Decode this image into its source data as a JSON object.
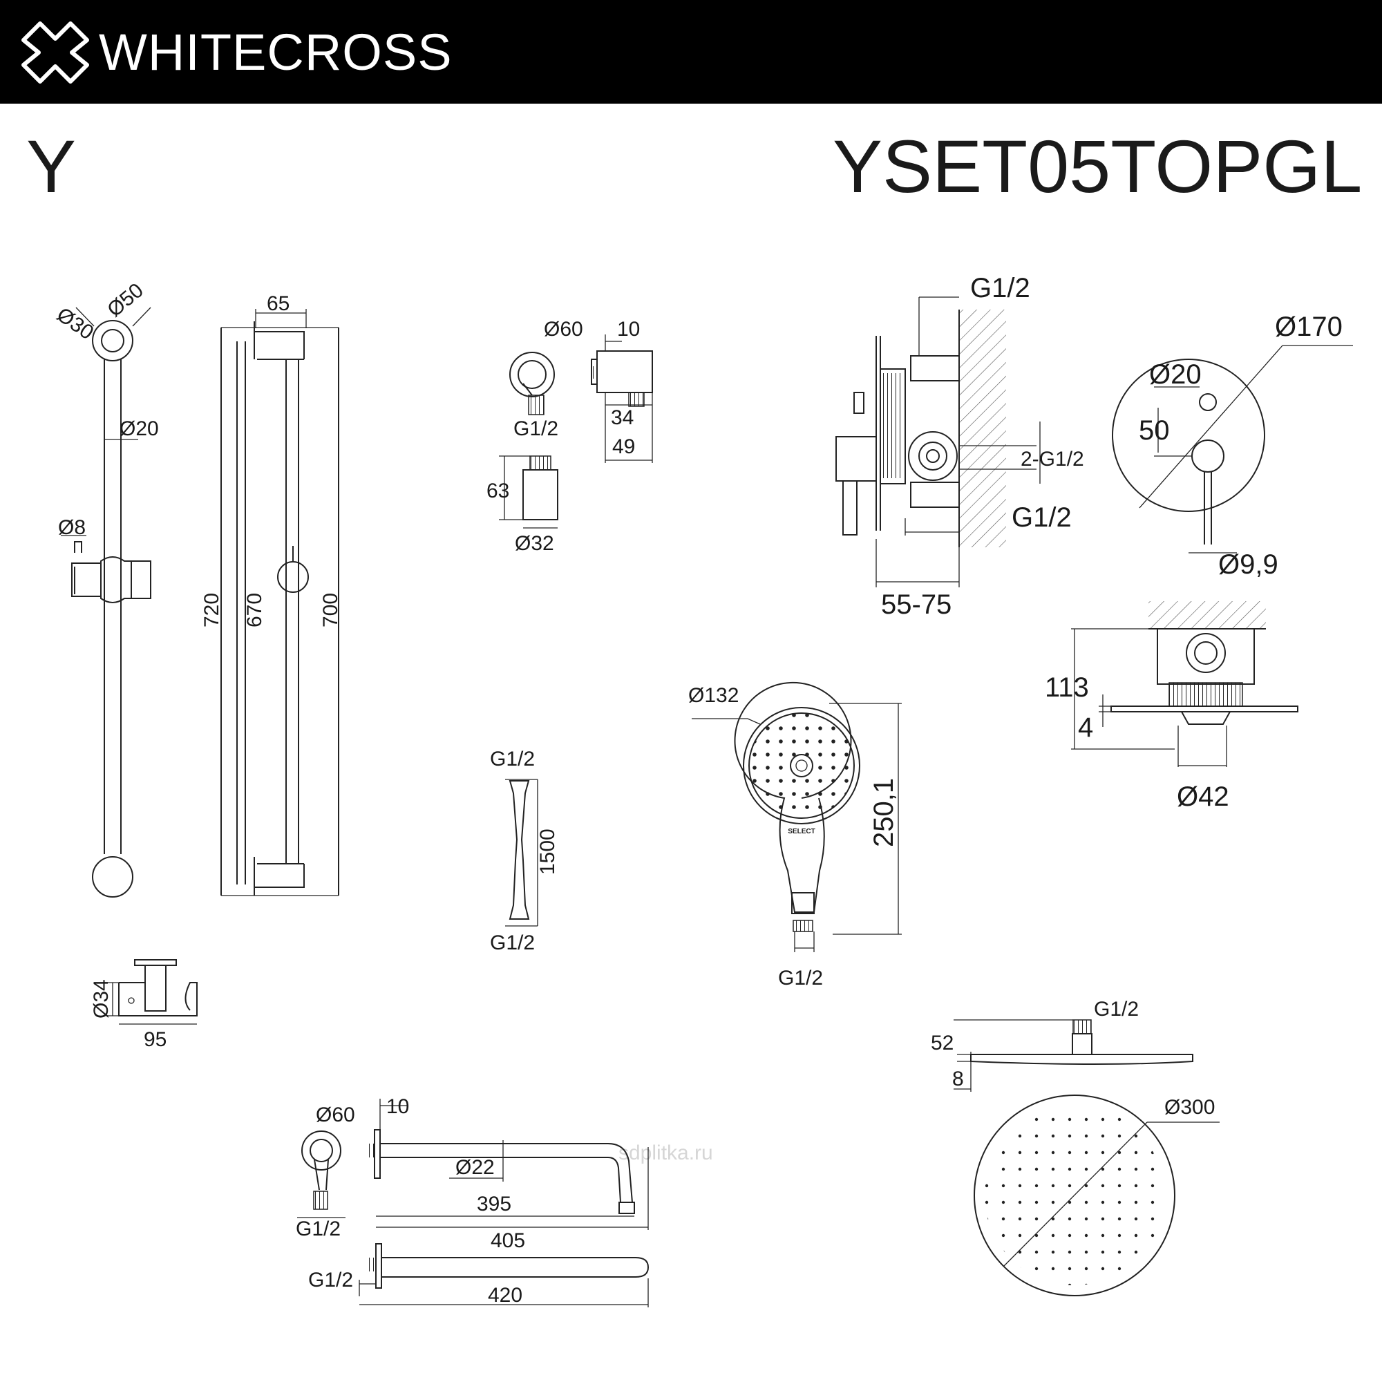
{
  "header": {
    "brand": "WHITECROSS",
    "series": "Y",
    "model": "YSET05TOPGL"
  },
  "watermark": "sdplitka.ru",
  "dims": {
    "bar_d30": "Ø30",
    "bar_d50": "Ø50",
    "bar_d20": "Ø20",
    "bar_d8": "Ø8",
    "bar_65": "65",
    "bar_720": "720",
    "bar_670": "670",
    "bar_700": "700",
    "holder_d34": "Ø34",
    "holder_95": "95",
    "outlet_d60": "Ø60",
    "outlet_10": "10",
    "outlet_34": "34",
    "outlet_49": "49",
    "outlet_g12": "G1/2",
    "outlet_63": "63",
    "outlet_d32": "Ø32",
    "hose_g12_top": "G1/2",
    "hose_1500": "1500",
    "hose_g12_bottom": "G1/2",
    "hand_d132": "Ø132",
    "hand_250": "250,1",
    "hand_g12": "G1/2",
    "hand_brand": "SELECT",
    "valve_g12_top": "G1/2",
    "valve_2g12": "2-G1/2",
    "valve_g12_bottom": "G1/2",
    "valve_55_75": "55-75",
    "plate_d170": "Ø170",
    "plate_d20": "Ø20",
    "plate_50": "50",
    "plate_d99": "Ø9,9",
    "side_113": "113",
    "side_4": "4",
    "side_d42": "Ø42",
    "arm_d60": "Ø60",
    "arm_10": "10",
    "arm_d22": "Ø22",
    "arm_395": "395",
    "arm_g12": "G1/2",
    "arm_405": "405",
    "spout_g12": "G1/2",
    "spout_420": "420",
    "head_g12": "G1/2",
    "head_52": "52",
    "head_8": "8",
    "head_d300": "Ø300"
  }
}
